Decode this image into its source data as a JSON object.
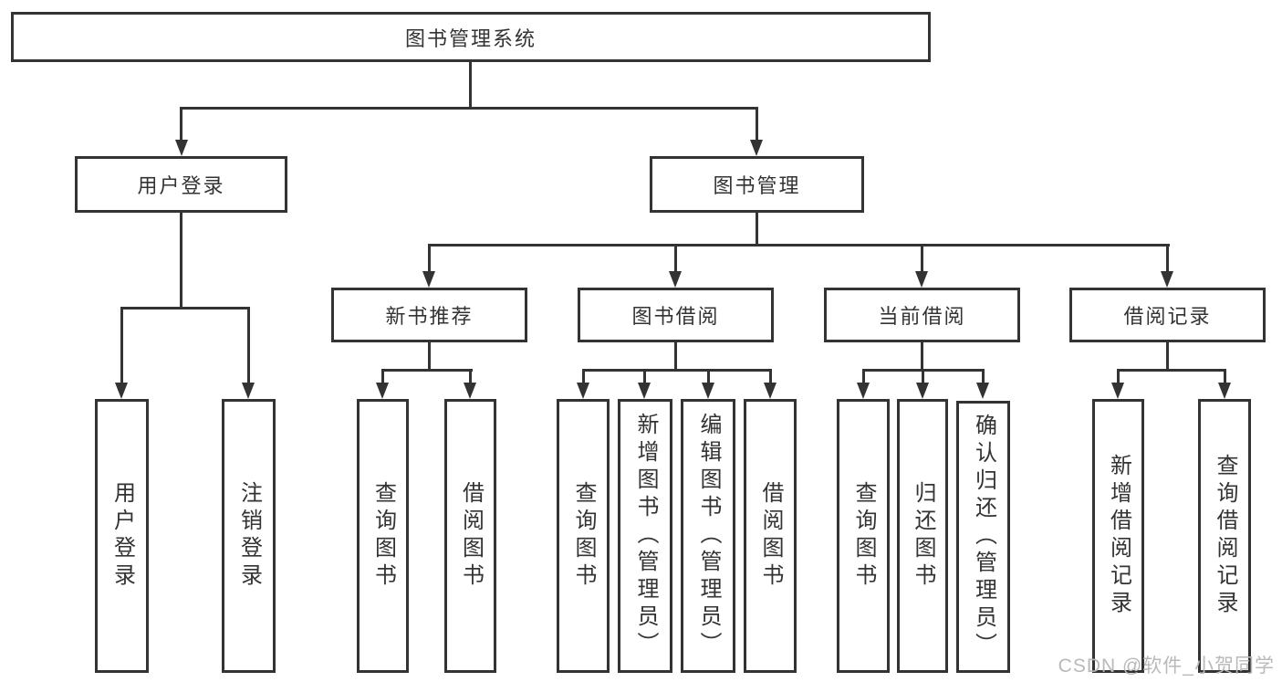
{
  "diagram": {
    "title": "图书管理系统",
    "root": {
      "label": "图书管理系统"
    },
    "level2": [
      {
        "label": "用户登录"
      },
      {
        "label": "图书管理"
      }
    ],
    "level3": [
      {
        "label": "新书推荐"
      },
      {
        "label": "图书借阅"
      },
      {
        "label": "当前借阅"
      },
      {
        "label": "借阅记录"
      }
    ],
    "leaves": [
      {
        "label": "用户登录",
        "parent": "用户登录"
      },
      {
        "label": "注销登录",
        "parent": "用户登录"
      },
      {
        "label": "查询图书",
        "parent": "新书推荐"
      },
      {
        "label": "借阅图书",
        "parent": "新书推荐"
      },
      {
        "label": "查询图书",
        "parent": "图书借阅"
      },
      {
        "label": "新增图书（管理员）",
        "parent": "图书借阅"
      },
      {
        "label": "编辑图书（管理员）",
        "parent": "图书借阅"
      },
      {
        "label": "借阅图书",
        "parent": "图书借阅"
      },
      {
        "label": "查询图书",
        "parent": "当前借阅"
      },
      {
        "label": "归还图书",
        "parent": "当前借阅"
      },
      {
        "label": "确认归还（管理员）",
        "parent": "当前借阅"
      },
      {
        "label": "新增借阅记录",
        "parent": "借阅记录"
      },
      {
        "label": "查询借阅记录",
        "parent": "借阅记录"
      }
    ],
    "watermark": "CSDN @软件_小贺同学",
    "colors": {
      "line": "#333333",
      "box_border": "#333333",
      "text": "#333333",
      "background": "#ffffff",
      "watermark": "#b9b9b9"
    }
  }
}
